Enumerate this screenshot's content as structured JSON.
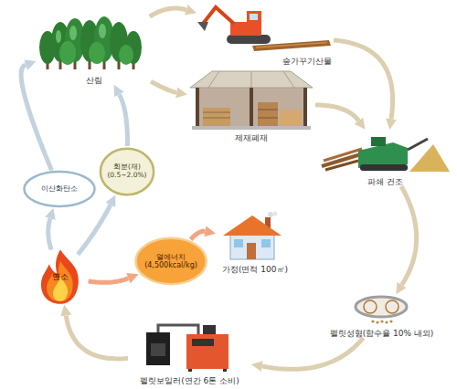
{
  "diagram": {
    "nodes": [
      {
        "text": [
          "산림"
        ]
      },
      {
        "text": [
          "숲가꾸기산물"
        ]
      },
      {
        "text": [
          "제재폐재"
        ]
      },
      {
        "text": [
          "파쇄 건조"
        ]
      },
      {
        "text": [
          "이산화탄소"
        ]
      },
      {
        "text": [
          "회분(재) (0.5~2.0%)"
        ]
      },
      {
        "text": [
          "가정(면적 100㎡)"
        ]
      },
      {
        "text": [
          "연소"
        ]
      },
      {
        "text": [
          "열에너지 (4,500kcal/kg)"
        ]
      },
      {
        "text": [
          "펠릿성형(함수율 10% 내외)"
        ]
      },
      {
        "text": [
          "펠릿보일러(연간 6톤 소비)"
        ]
      }
    ],
    "edges": [
      {
        "from": 0,
        "to": 1,
        "arrow": "to"
      },
      {
        "from": 0,
        "to": 2,
        "arrow": "to"
      },
      {
        "from": 1,
        "to": 3,
        "arrow": "to"
      },
      {
        "from": 2,
        "to": 3,
        "arrow": "to"
      },
      {
        "from": 3,
        "to": 9,
        "arrow": "to"
      },
      {
        "from": 9,
        "to": 10,
        "arrow": "to"
      },
      {
        "from": 10,
        "to": 7,
        "arrow": "to"
      },
      {
        "from": 7,
        "to": 4,
        "arrow": "to"
      },
      {
        "from": 7,
        "to": 5,
        "arrow": "to"
      },
      {
        "from": 7,
        "to": 8,
        "arrow": "to"
      },
      {
        "from": 8,
        "to": 6,
        "arrow": "to"
      },
      {
        "from": 4,
        "to": 0,
        "arrow": "to"
      },
      {
        "from": 5,
        "to": 0,
        "arrow": "to"
      }
    ]
  }
}
